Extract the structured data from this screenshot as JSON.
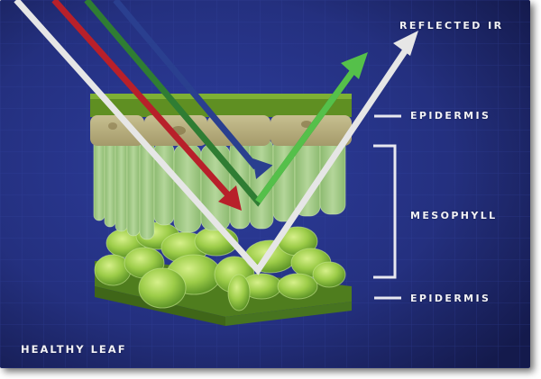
{
  "diagram": {
    "title": "HEALTHY LEAF",
    "labels": {
      "reflected": "REFLECTED IR",
      "upper_layer": "EPIDERMIS",
      "middle_layer": "MESOPHYLL",
      "lower_layer": "EPIDERMIS"
    },
    "light_rays": [
      {
        "color_name": "white",
        "color": "#e6e6e6",
        "path": "incident → reflected (IR)"
      },
      {
        "color_name": "red",
        "color": "#b8202a",
        "path": "absorbed"
      },
      {
        "color_name": "green",
        "color": "#3c9a3c",
        "path": "incident → reflected"
      },
      {
        "color_name": "blue",
        "color": "#2a3f8f",
        "path": "absorbed"
      }
    ],
    "colors": {
      "background": "#26338a",
      "background_dark": "#151c52",
      "leaf_green": "#9ccc5c",
      "epidermis_tan": "#b7ae80"
    }
  }
}
